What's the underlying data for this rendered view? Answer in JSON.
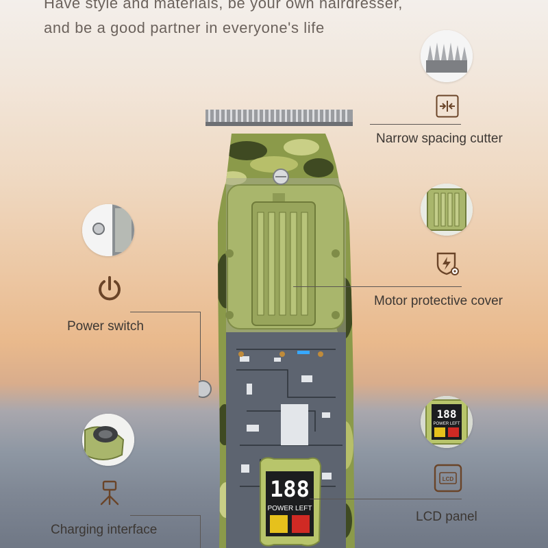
{
  "headline": {
    "line1": "Have style and materials, be your own hairdresser,",
    "line2": "and be a good partner in everyone's life"
  },
  "colors": {
    "camo_light": "#b7bf6a",
    "camo_mid": "#8b9a4a",
    "camo_dark": "#3f4a22",
    "cover_green": "#a9b66c",
    "lcd_bezel": "#b8c56b",
    "icon_brown": "#6a4428"
  },
  "callouts": {
    "cutter": {
      "label": "Narrow spacing cutter",
      "icon": "narrow-arrows-icon"
    },
    "motor": {
      "label": "Motor protective cover",
      "icon": "shield-bolt-icon"
    },
    "power": {
      "label": "Power switch",
      "icon": "power-icon"
    },
    "charging": {
      "label": "Charging interface",
      "icon": "charging-plug-icon"
    },
    "lcd": {
      "label": "LCD panel",
      "icon": "lcd-icon",
      "icon_text": "LCD"
    }
  },
  "lcd_display": {
    "digits": "188",
    "caption": "POWER LEFT"
  }
}
